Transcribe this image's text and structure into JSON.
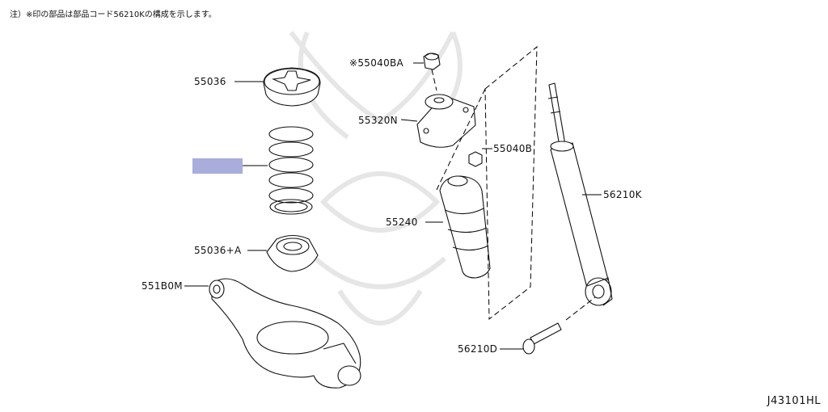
{
  "header_note": "注）※印の部品は部品コード56210Kの構成を示します。",
  "diagram_id": "J43101HL",
  "highlight_color": "#a9addb",
  "parts": {
    "p55036": "55036",
    "p55040BA": "※55040BA",
    "p55320N": "55320N",
    "p55040B": "55040B",
    "p56210K": "56210K",
    "p55240": "55240",
    "p55036A": "55036+A",
    "p551B0M": "551B0M",
    "p56210D": "56210D"
  }
}
